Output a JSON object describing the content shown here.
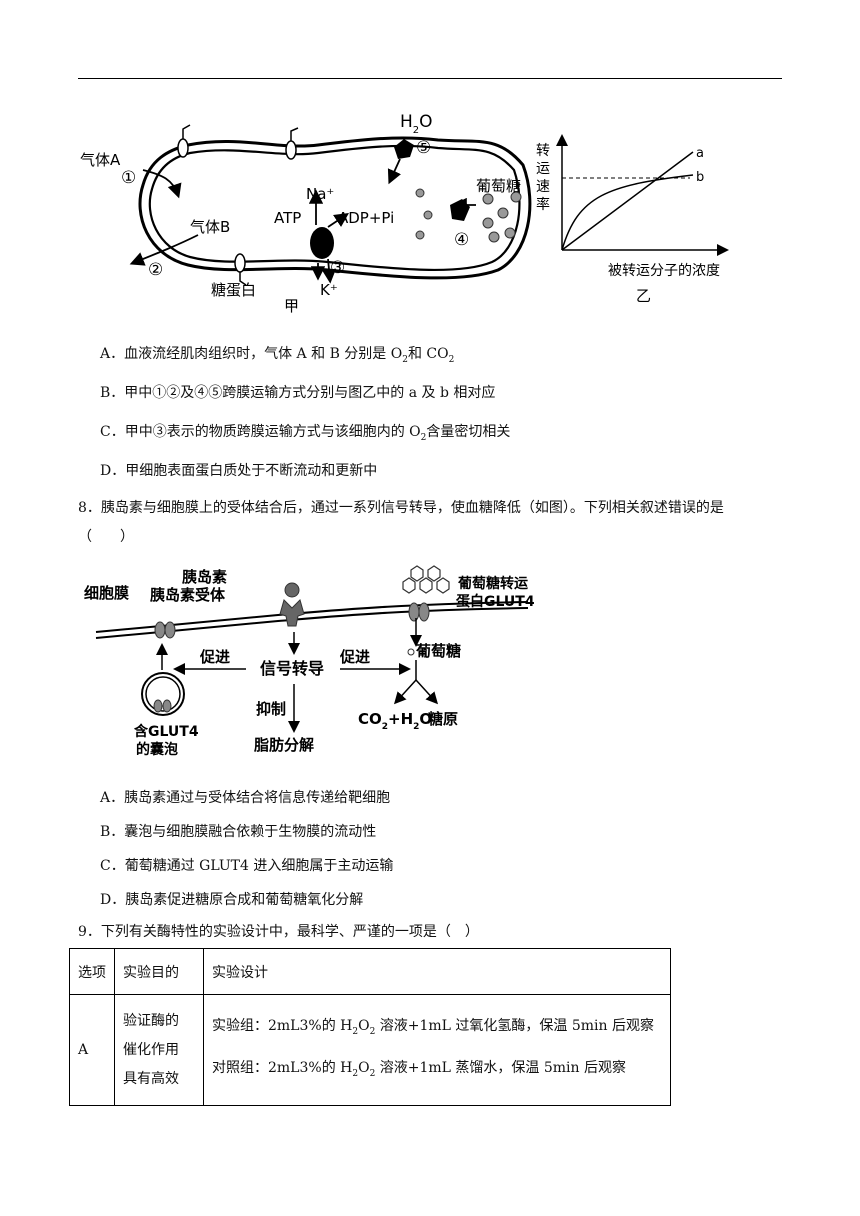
{
  "figure1": {
    "left_label": "甲",
    "right_label": "乙",
    "gas_a": "气体A",
    "gas_b": "气体B",
    "glycoprotein": "糖蛋白",
    "na": "Na⁺",
    "k": "K⁺",
    "atp": "ATP",
    "adp": "ADP+Pi",
    "water_main": "H",
    "water_sub": "2",
    "water_o": "O",
    "glucose": "葡萄糖",
    "markers": [
      "①",
      "②",
      "③",
      "④",
      "⑤"
    ],
    "graph_ylabel": [
      "转",
      "运",
      "速",
      "率"
    ],
    "graph_xlabel": "被转运分子的浓度",
    "curve_a": "a",
    "curve_b": "b"
  },
  "q7_options": {
    "a_pre": "A．血液流经肌肉组织时，气体 A 和 B 分别是 O",
    "a_sub1": "2",
    "a_mid": "和 CO",
    "a_sub2": "2",
    "b": "B．甲中①②及④⑤跨膜运输方式分别与图乙中的 a 及 b 相对应",
    "c_pre": "C．甲中③表示的物质跨膜运输方式与该细胞内的 O",
    "c_sub": "2",
    "c_post": "含量密切相关",
    "d": "D．甲细胞表面蛋白质处于不断流动和更新中"
  },
  "q8": {
    "stem": "8．胰岛素与细胞膜上的受体结合后，通过一系列信号转导，使血糖降低（如图）。下列相关叙述错误的是",
    "blank": "（　　）",
    "figure": {
      "membrane": "细胞膜",
      "insulin": "胰岛素",
      "receptor": "胰岛素受体",
      "glut4_line1": "葡萄糖转运",
      "glut4_line2": "蛋白GLUT4",
      "promote_left": "促进",
      "promote_right": "促进",
      "signal": "信号转导",
      "glucose": "葡萄糖",
      "inhibit": "抑制",
      "fat": "脂肪分解",
      "vesicle_line1": "含GLUT4",
      "vesicle_line2": "的囊泡",
      "products_co2": "CO",
      "products_sub2": "2",
      "products_mid": "+H",
      "products_sub2b": "2",
      "products_o": "O",
      "glycogen": "糖原"
    },
    "options": [
      "A．胰岛素通过与受体结合将信息传递给靶细胞",
      "B．囊泡与细胞膜融合依赖于生物膜的流动性",
      "C．葡萄糖通过  GLUT4 进入细胞属于主动运输",
      "D．胰岛素促进糖原合成和葡萄糖氧化分解"
    ]
  },
  "q9": {
    "stem": "9．下列有关酶特性的实验设计中，最科学、严谨的一项是（　）",
    "table": {
      "headers": [
        "选项",
        "实验目的",
        "实验设计"
      ],
      "row_a": {
        "option": "A",
        "aim": [
          "验证酶的",
          "催化作用",
          "具有高效"
        ],
        "exp_pre": "实验组：2mL3%的 H",
        "exp_sub1": "2",
        "exp_o": "O",
        "exp_sub2": "2",
        "exp_post": " 溶液+1mL 过氧化氢酶，保温 5min 后观察",
        "ctl_pre": "对照组：2mL3%的 H",
        "ctl_sub1": "2",
        "ctl_o": "O",
        "ctl_sub2": "2",
        "ctl_post": " 溶液+1mL 蒸馏水，保温 5min 后观察"
      }
    }
  }
}
